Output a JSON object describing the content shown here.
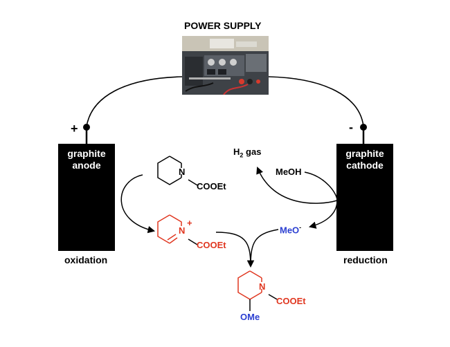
{
  "power_supply": {
    "label": "POWER SUPPLY"
  },
  "anode": {
    "line1": "graphite",
    "line2": "anode",
    "sign": "+",
    "process": "oxidation"
  },
  "cathode": {
    "line1": "graphite",
    "line2": "cathode",
    "sign": "-",
    "process": "reduction"
  },
  "gas": {
    "prefix": "H",
    "sub": "2",
    "suffix": " gas"
  },
  "methanol": {
    "label": "MeOH"
  },
  "methoxide": {
    "label": "MeO",
    "charge": "-"
  },
  "substrate": {
    "n": "N",
    "group": "COOEt"
  },
  "iminium": {
    "n": "N",
    "charge": "+",
    "group": "COOEt"
  },
  "product": {
    "n": "N",
    "group": "COOEt",
    "ome": "OMe"
  },
  "colors": {
    "red": "#e0361f",
    "blue": "#2b3fd1",
    "black": "#000000"
  }
}
